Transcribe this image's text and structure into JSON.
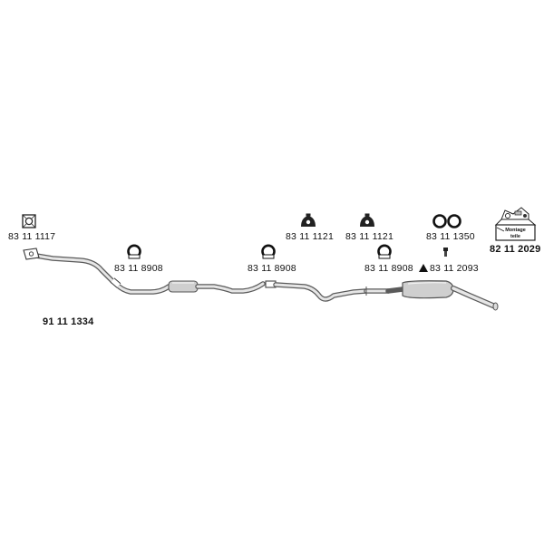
{
  "colors": {
    "pipe_outline": "#5a5a5a",
    "pipe_fill": "#e6e6e6",
    "muffler_fill": "#cfcfcf",
    "label_text": "#111111",
    "background": "#ffffff"
  },
  "labels": {
    "flange_gasket": "83 11 1117",
    "clamp_1": "83 11 8908",
    "clamp_2": "83 11 8908",
    "clamp_3": "83 11 8908",
    "rubber_mount_1": "83 11 1121",
    "rubber_mount_2": "83 11 1121",
    "rubber_rings": "83 11 1350",
    "bolt": "83 11 2093",
    "montage_kit": "82 11 2029",
    "montage_kit_box_line1": "Montage",
    "montage_kit_box_line2": "teile",
    "exhaust_system": "91 11 1334"
  },
  "icons": {
    "flange_gasket": "square-flange-icon",
    "clamp": "pipe-clamp-icon",
    "rubber_mount": "rubber-hanger-icon",
    "rubber_rings": "double-ring-icon",
    "bolt": "bolt-icon",
    "warning": "triangle-icon",
    "montage_kit": "parts-box-icon"
  }
}
